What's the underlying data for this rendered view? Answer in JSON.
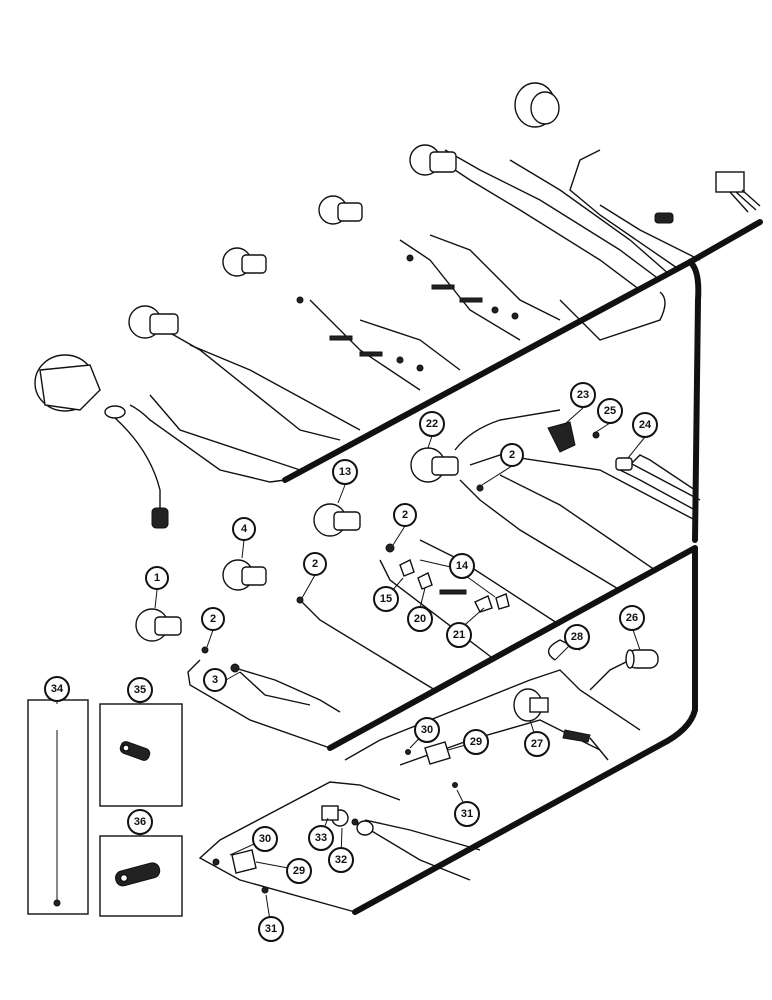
{
  "callouts": {
    "c1": "1",
    "c2a": "2",
    "c2b": "2",
    "c2c": "2",
    "c2d": "2",
    "c3": "3",
    "c4": "4",
    "c13": "13",
    "c14": "14",
    "c15": "15",
    "c20": "20",
    "c21": "21",
    "c22": "22",
    "c23": "23",
    "c24": "24",
    "c25": "25",
    "c26": "26",
    "c27": "27",
    "c28": "28",
    "c29a": "29",
    "c29b": "29",
    "c30a": "30",
    "c30b": "30",
    "c31a": "31",
    "c31b": "31",
    "c32": "32",
    "c33": "33",
    "c34": "34",
    "c35": "35",
    "c36": "36"
  },
  "colors": {
    "ink": "#111111",
    "paper": "#ffffff"
  }
}
